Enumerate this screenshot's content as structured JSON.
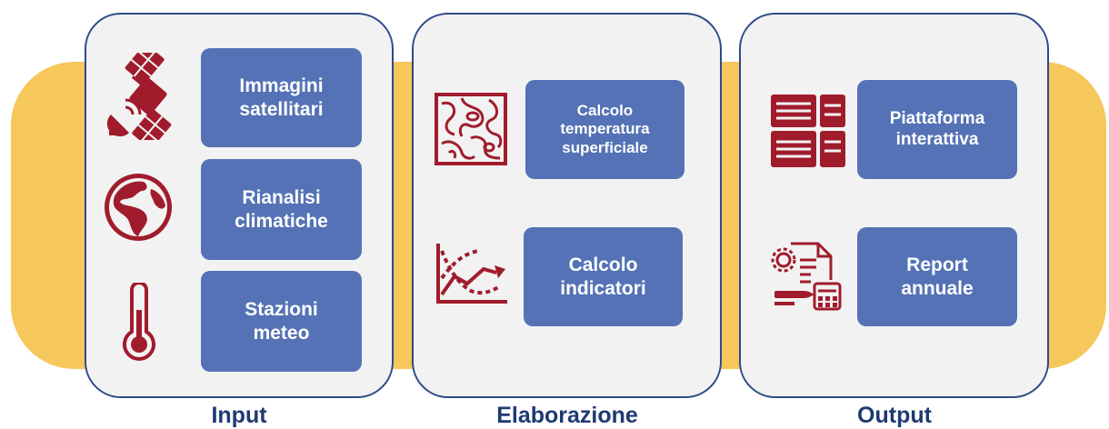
{
  "columns": [
    {
      "caption": "Input",
      "items": [
        {
          "label": "Immagini\nsatellitari",
          "icon": "satellite-icon"
        },
        {
          "label": "Rianalisi\nclimatiche",
          "icon": "globe-icon"
        },
        {
          "label": "Stazioni\nmeteo",
          "icon": "thermometer-icon"
        }
      ]
    },
    {
      "caption": "Elaborazione",
      "items": [
        {
          "label": "Calcolo\ntemperatura\nsuperficiale",
          "icon": "topographic-map-icon"
        },
        {
          "label": "Calcolo\nindicatori",
          "icon": "line-chart-icon"
        }
      ]
    },
    {
      "caption": "Output",
      "items": [
        {
          "label": "Piattaforma\ninterattiva",
          "icon": "dashboard-icon"
        },
        {
          "label": "Report\nannuale",
          "icon": "report-calculator-icon"
        }
      ]
    }
  ],
  "colors": {
    "band": "#F6C75B",
    "panel": "#F2F2F2",
    "panel_border": "#2E4A8A",
    "box": "#5472B5",
    "icon": "#A01C2C",
    "caption": "#1F3A73"
  }
}
